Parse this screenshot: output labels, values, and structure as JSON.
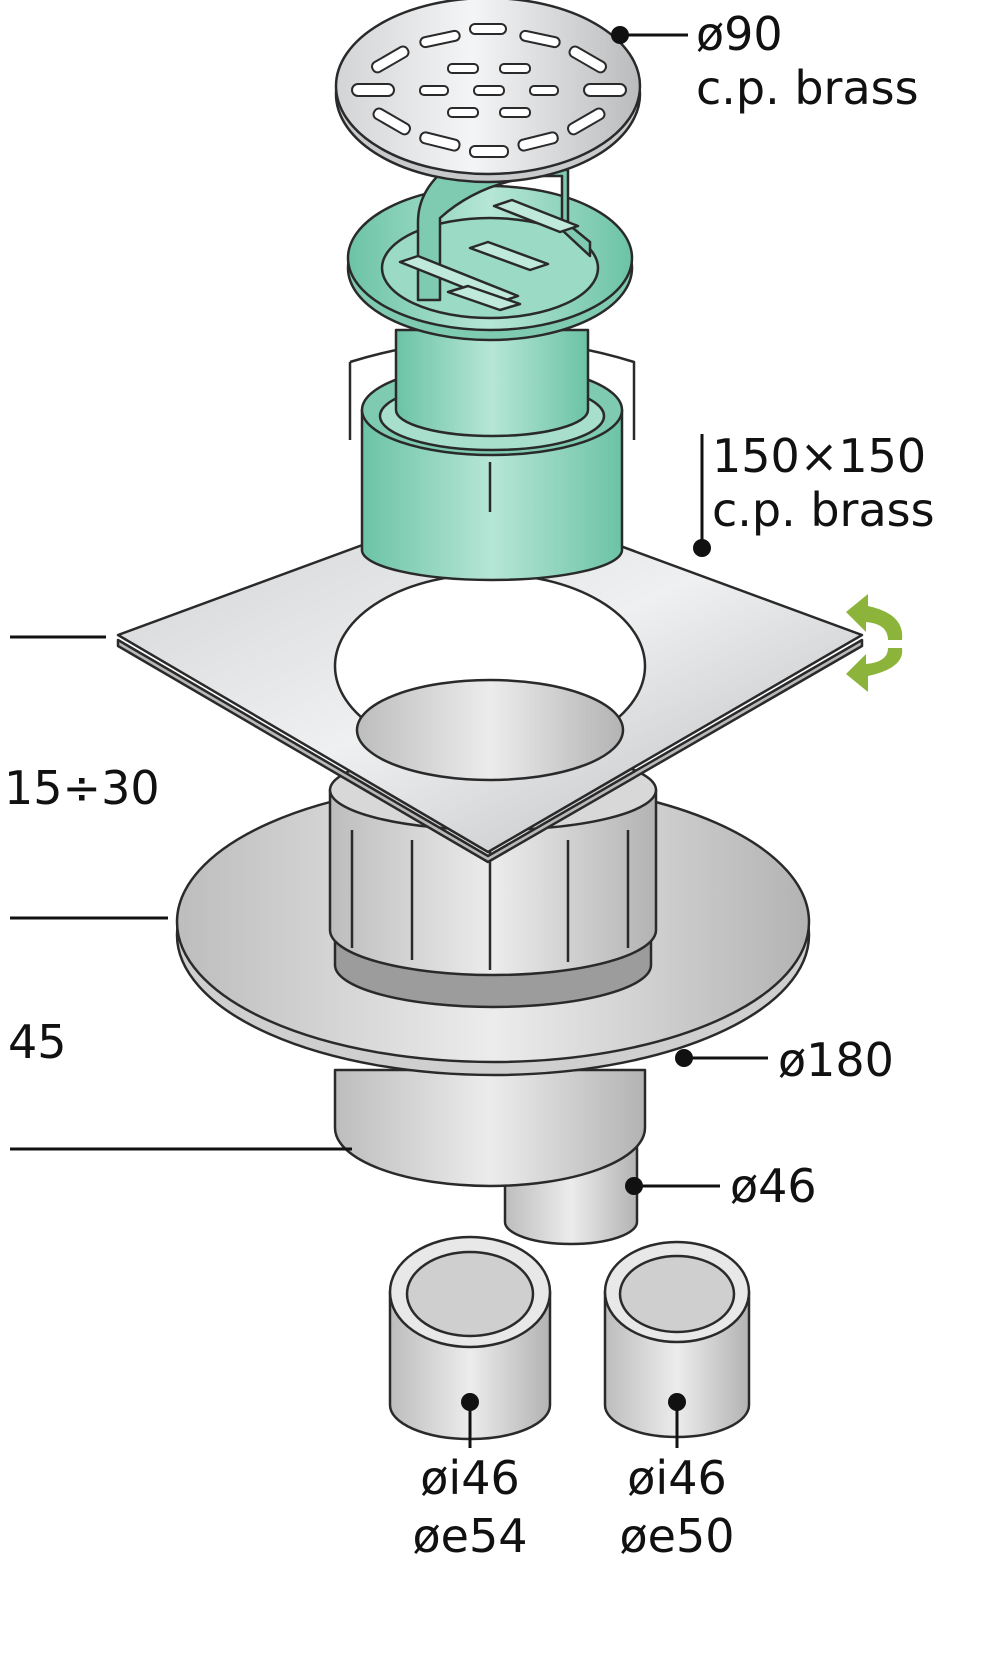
{
  "labels": {
    "grate_diameter": "ø90",
    "grate_material": "c.p. brass",
    "plate_size": "150×150",
    "plate_material": "c.p. brass",
    "height_range": "15÷30",
    "height_fixed": "45",
    "flange_diameter": "ø180",
    "outlet_diameter": "ø46",
    "adapter1_inner": "øi46",
    "adapter1_outer": "øe54",
    "adapter2_inner": "øi46",
    "adapter2_outer": "øe50"
  },
  "colors": {
    "accent_green": "#8cb43a",
    "insert_teal": "#8fd3bc",
    "metal_light": "#e6e8ea",
    "metal_mid": "#c4c6c8",
    "body_grey": "#d4d4d4"
  }
}
